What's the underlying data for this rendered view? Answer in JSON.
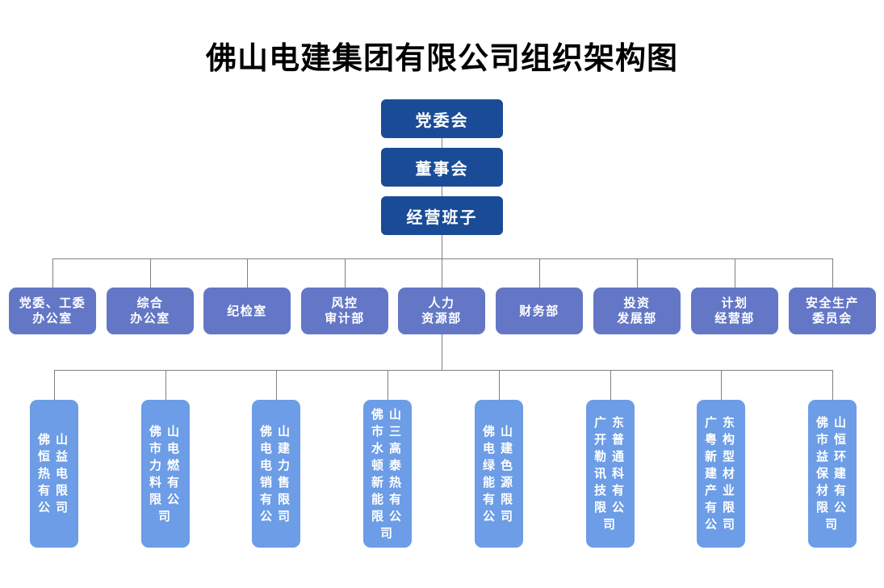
{
  "title": "佛山电建集团有限公司组织架构图",
  "colors": {
    "top_box_bg": "#1a4b96",
    "dept_box_bg": "#6377c6",
    "company_box_bg": "#6c9de6",
    "connector_color": "#808080",
    "box_text_color": "#ffffff",
    "title_color": "#000000",
    "page_bg": "#ffffff"
  },
  "leadership": [
    {
      "label": "党委会"
    },
    {
      "label": "董事会"
    },
    {
      "label": "经营班子"
    }
  ],
  "departments": [
    {
      "label": "党委、工委\n办公室"
    },
    {
      "label": "综合\n办公室"
    },
    {
      "label": "纪检室"
    },
    {
      "label": "风控\n审计部"
    },
    {
      "label": "人力\n资源部"
    },
    {
      "label": "财务部"
    },
    {
      "label": "投资\n发展部"
    },
    {
      "label": "计划\n经营部"
    },
    {
      "label": "安全生产\n委员会"
    }
  ],
  "subsidiaries": [
    {
      "label": "佛山\n恒益\n热电\n有限\n公司",
      "full_name": "佛山恒益热电有限公司"
    },
    {
      "label": "佛山\n市电\n力燃\n料有\n限公\n司",
      "full_name": "佛山市电力燃料有限公司"
    },
    {
      "label": "佛山\n电建\n电力\n销售\n有限\n公司",
      "full_name": "佛山电建电力销售有限公司"
    },
    {
      "label": "佛山\n市三\n水高\n顿泰\n新热\n能有\n限公\n司",
      "full_name": "佛山市三水高顿泰新热能有限公司"
    },
    {
      "label": "佛山\n电建\n绿色\n能源\n有限\n公司",
      "full_name": "佛山电建绿色能源有限公司"
    },
    {
      "label": "广东\n开普\n勒通\n讯科\n技有\n限公\n司",
      "full_name": "广东开普勒通讯科技有限公司"
    },
    {
      "label": "广东\n粤构\n新型\n建材\n产业\n有限\n公司",
      "full_name": "广东粤构新型建材产业有限公司"
    },
    {
      "label": "佛山\n市恒\n益环\n保建\n材有\n限公\n司",
      "full_name": "佛山市恒益环保建材有限公司"
    }
  ]
}
